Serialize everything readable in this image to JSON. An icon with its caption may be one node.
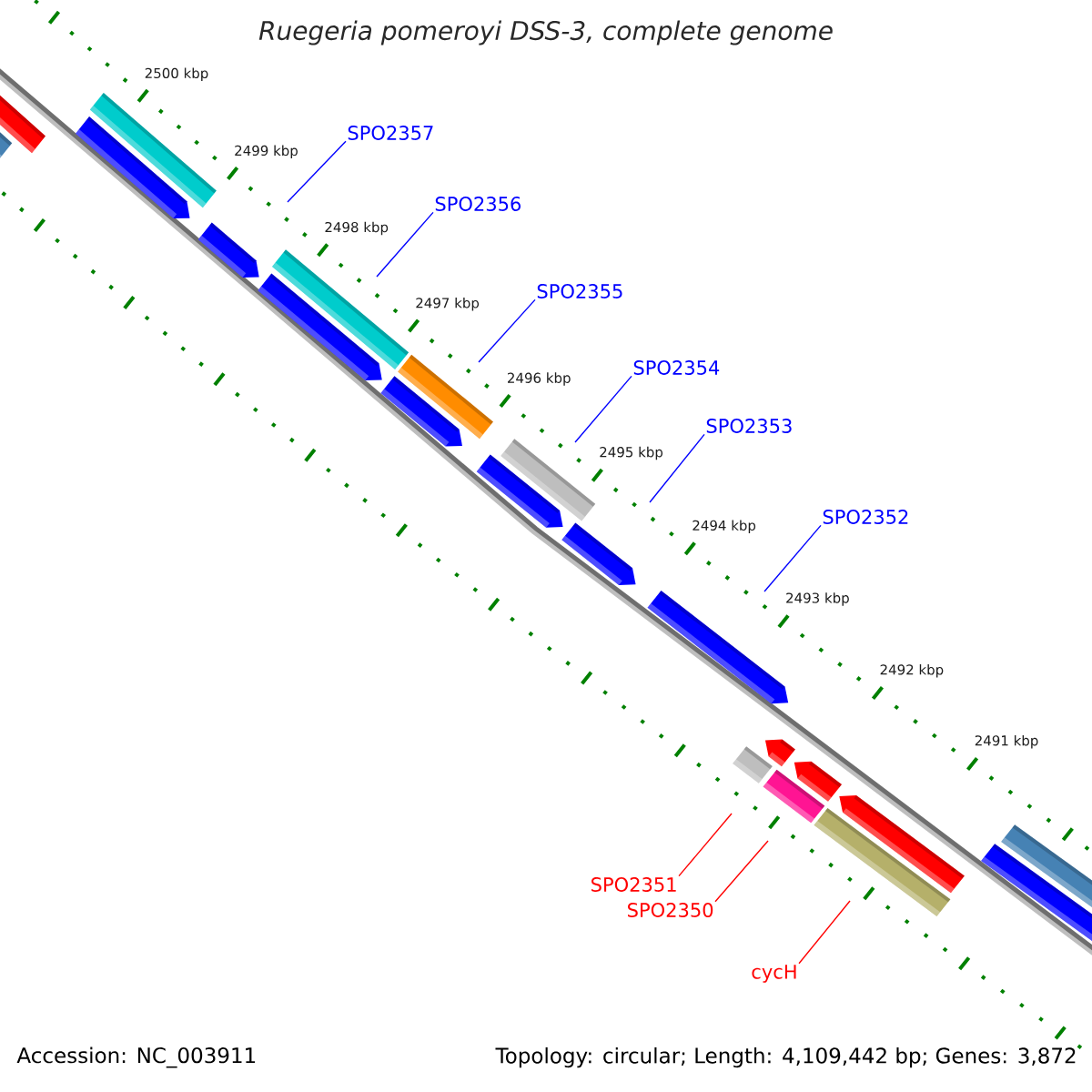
{
  "diagram": {
    "title": "Ruegeria pomeroyi DSS-3, complete genome",
    "nodes": [
      {
        "text": [
          "SPO2357"
        ]
      },
      {
        "text": [
          "SPO2356"
        ]
      },
      {
        "text": [
          "SPO2355"
        ]
      },
      {
        "text": [
          "SPO2354"
        ]
      },
      {
        "text": [
          "SPO2353"
        ]
      },
      {
        "text": [
          "SPO2352"
        ]
      },
      {
        "text": [
          "SPO2351"
        ]
      },
      {
        "text": [
          "SPO2350"
        ]
      },
      {
        "text": [
          "cycH"
        ]
      }
    ],
    "edges": [
      {
        "from": 0,
        "to": null,
        "arrow": "none"
      },
      {
        "from": 1,
        "to": null,
        "arrow": "none"
      },
      {
        "from": 2,
        "to": null,
        "arrow": "none"
      },
      {
        "from": 3,
        "to": null,
        "arrow": "none"
      },
      {
        "from": 4,
        "to": null,
        "arrow": "none"
      },
      {
        "from": 5,
        "to": null,
        "arrow": "none"
      },
      {
        "from": 6,
        "to": null,
        "arrow": "none",
        "color": "#ff0000"
      },
      {
        "from": 7,
        "to": null,
        "arrow": "none",
        "color": "#ff0000"
      },
      {
        "from": 8,
        "to": null,
        "arrow": "none",
        "color": "#ff0000"
      }
    ],
    "labels": [
      "2500 kbp",
      "2499 kbp",
      "2498 kbp",
      "2497 kbp",
      "2496 kbp",
      "2495 kbp",
      "2494 kbp",
      "2493 kbp",
      "2492 kbp",
      "2491 kbp",
      "Accession: NC_003911",
      "Topology: circular; Length: 4,109,442 bp; Genes: 3,872"
    ]
  }
}
